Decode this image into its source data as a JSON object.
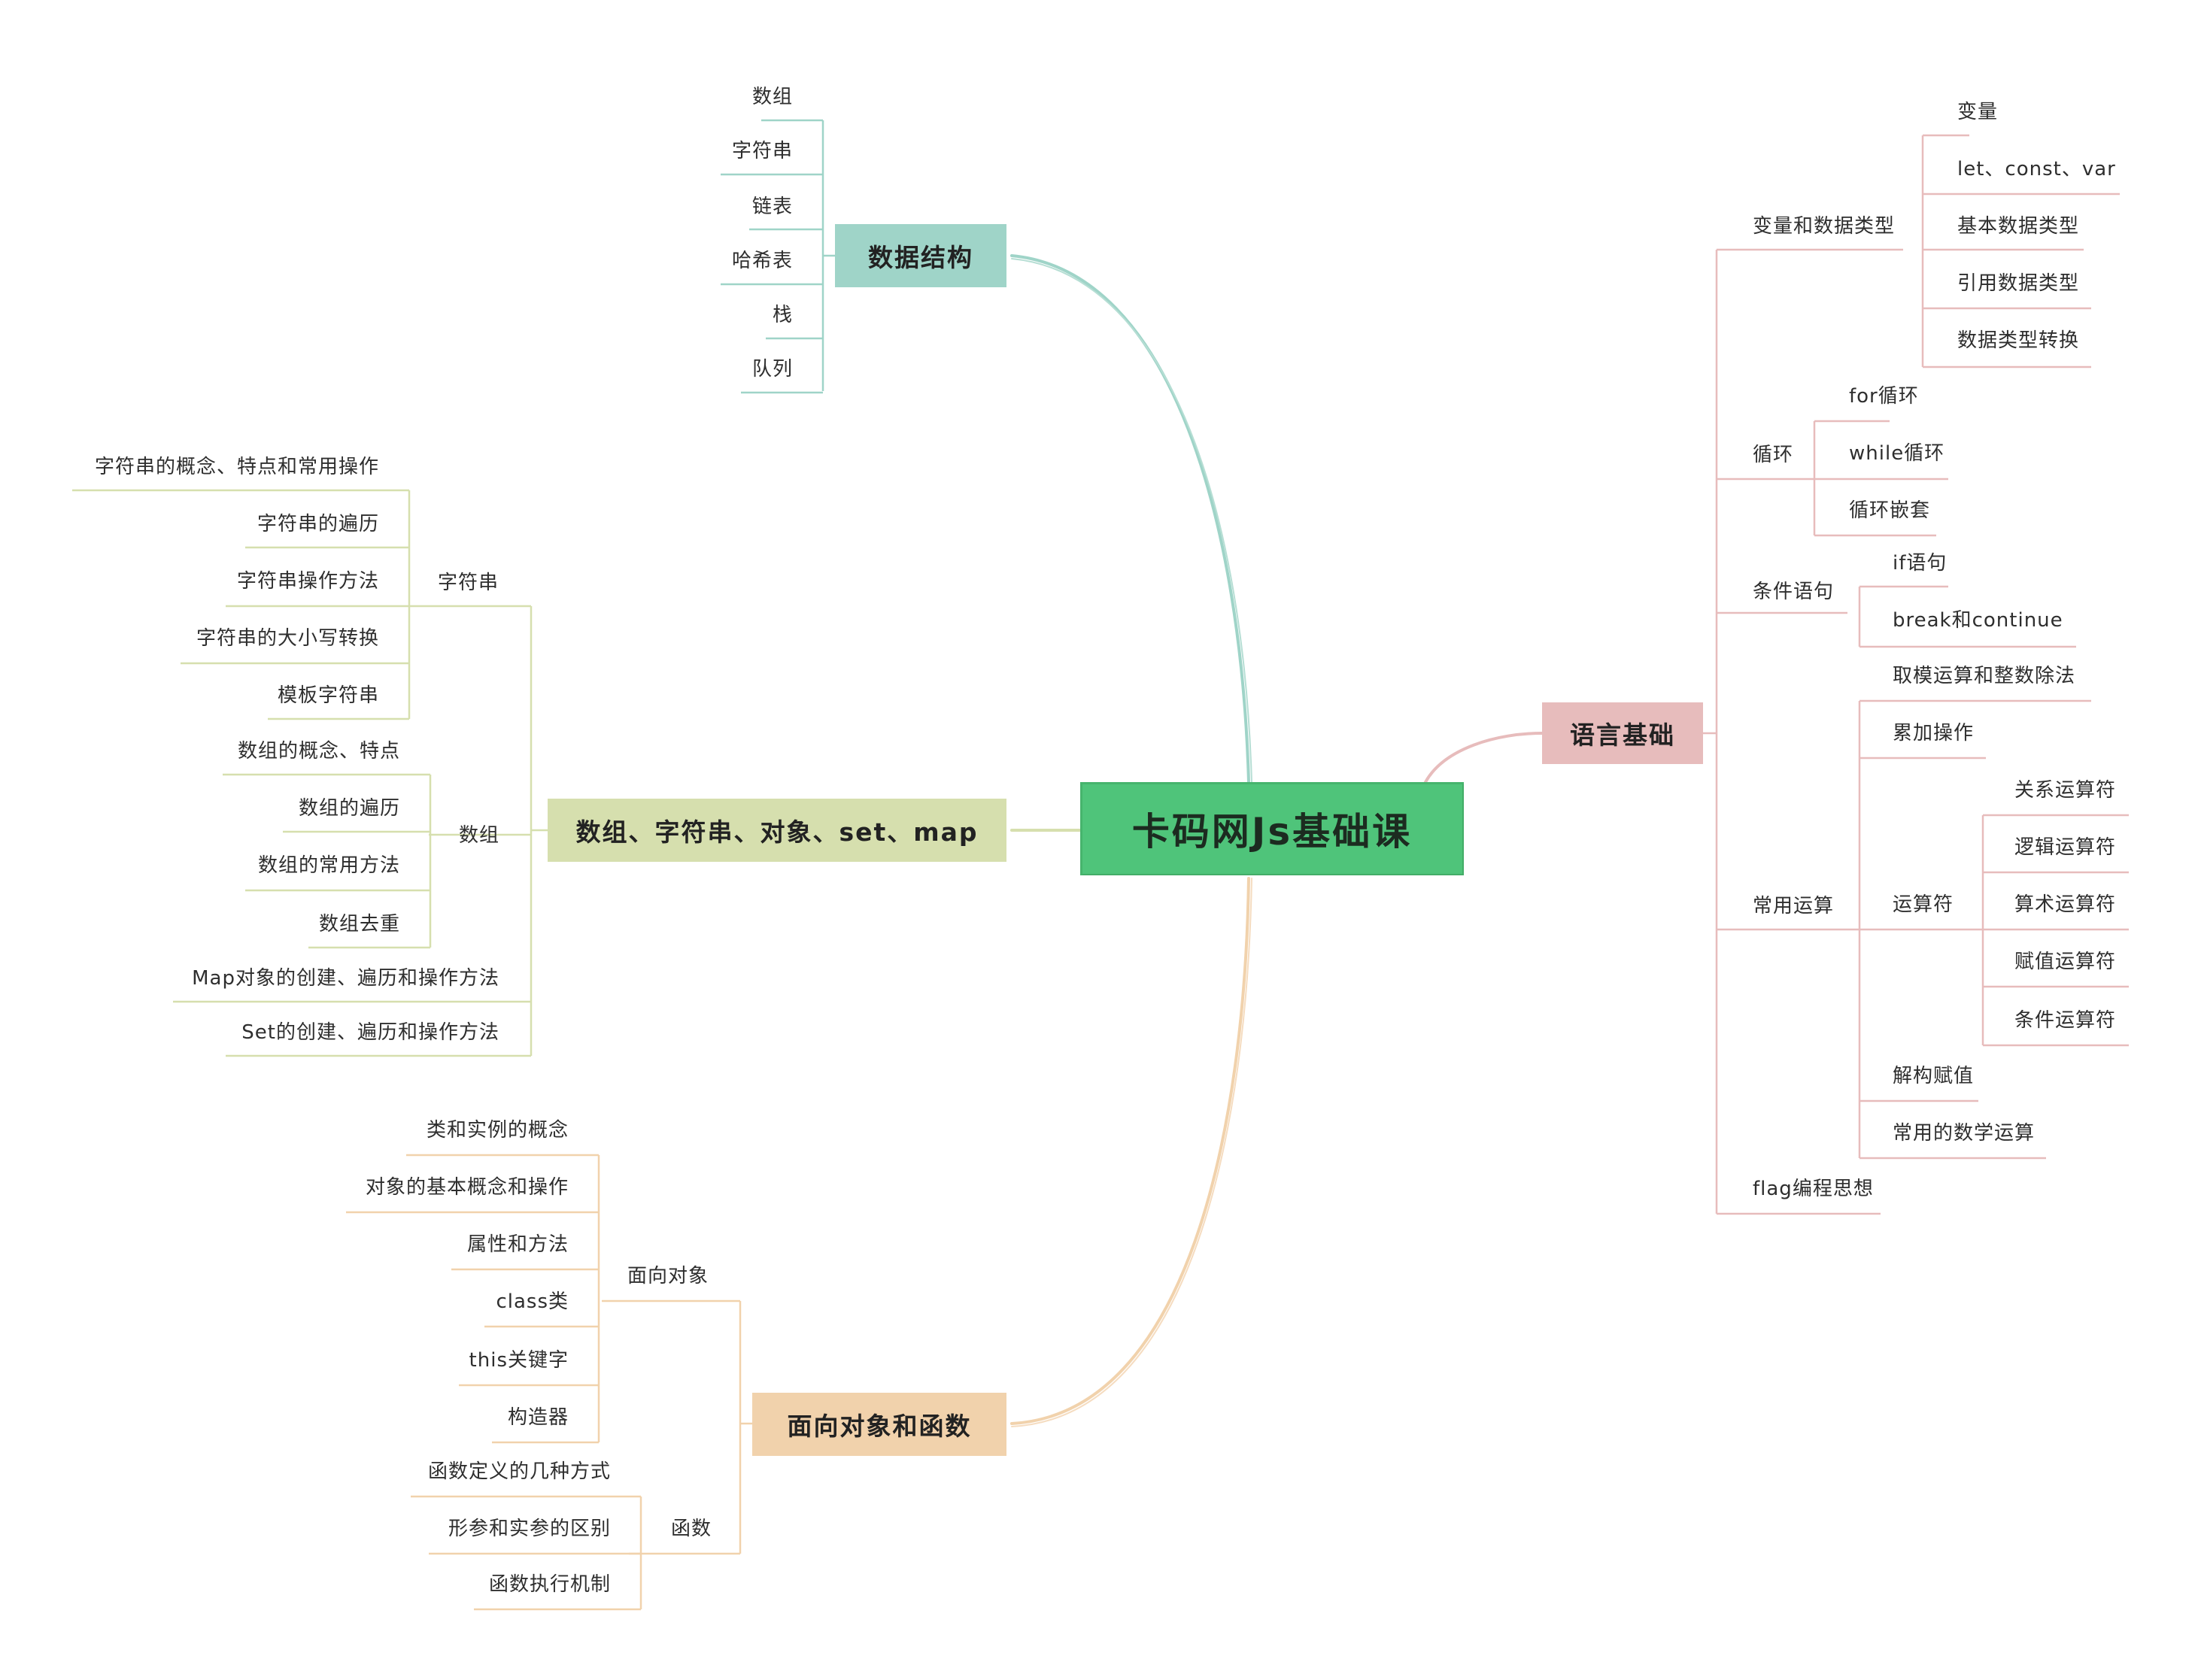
{
  "center": {
    "title": "卡码网Js基础课"
  },
  "colors": {
    "center": "#4fc47a",
    "data_structures": "#9fd4c8",
    "arrays_strings": "#d6dfae",
    "oop_functions": "#f1d2ac",
    "language_basics": "#e7bcbc"
  },
  "data_structures": {
    "title": "数据结构",
    "items": [
      "数组",
      "字符串",
      "链表",
      "哈希表",
      "栈",
      "队列"
    ]
  },
  "arrays_strings": {
    "title": "数组、字符串、对象、set、map",
    "strings": {
      "title": "字符串",
      "items": [
        "字符串的概念、特点和常用操作",
        "字符串的遍历",
        "字符串操作方法",
        "字符串的大小写转换",
        "模板字符串"
      ]
    },
    "arrays": {
      "title": "数组",
      "items": [
        "数组的概念、特点",
        "数组的遍历",
        "数组的常用方法",
        "数组去重"
      ]
    },
    "map_item": "Map对象的创建、遍历和操作方法",
    "set_item": "Set的创建、遍历和操作方法"
  },
  "oop_functions": {
    "title": "面向对象和函数",
    "oop": {
      "title": "面向对象",
      "items": [
        "类和实例的概念",
        "对象的基本概念和操作",
        "属性和方法",
        "class类",
        "this关键字",
        "构造器"
      ]
    },
    "functions": {
      "title": "函数",
      "items": [
        "函数定义的几种方式",
        "形参和实参的区别",
        "函数执行机制"
      ]
    }
  },
  "language_basics": {
    "title": "语言基础",
    "variables": {
      "title": "变量和数据类型",
      "items": [
        "变量",
        "let、const、var",
        "基本数据类型",
        "引用数据类型",
        "数据类型转换"
      ]
    },
    "loops": {
      "title": "循环",
      "items": [
        "for循环",
        "while循环",
        "循环嵌套"
      ]
    },
    "conditions": {
      "title": "条件语句",
      "items": [
        "if语句",
        "break和continue"
      ]
    },
    "operations": {
      "title": "常用运算",
      "mod": "取模运算和整数除法",
      "accum": "累加操作",
      "operators": {
        "title": "运算符",
        "items": [
          "关系运算符",
          "逻辑运算符",
          "算术运算符",
          "赋值运算符",
          "条件运算符"
        ]
      },
      "destructuring": "解构赋值",
      "math": "常用的数学运算"
    },
    "flag": "flag编程思想"
  }
}
